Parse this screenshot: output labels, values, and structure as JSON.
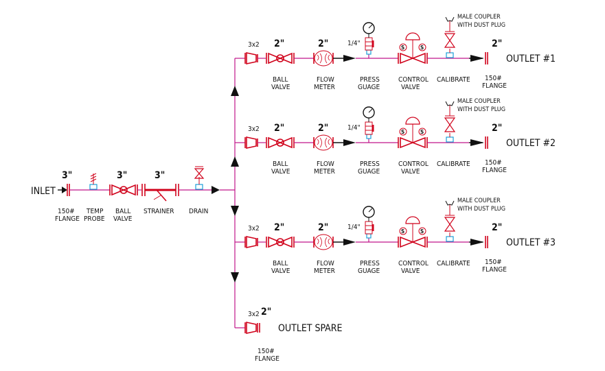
{
  "inlet": {
    "label": "INLET",
    "size_flange": "3\"",
    "size_ball": "3\"",
    "size_strainer": "3\"",
    "flange_label": [
      "150#",
      "FLANGE"
    ],
    "temp_probe_label": [
      "TEMP",
      "PROBE"
    ],
    "ball_valve_label": [
      "BALL",
      "VALVE"
    ],
    "strainer_label": "STRAINER",
    "drain_label": "DRAIN"
  },
  "branches": [
    {
      "reducer": "3x2",
      "size_ball": "2\"",
      "size_meter": "2\"",
      "gauge_size": "1/4\"",
      "size_outlet": "2\"",
      "outlet_label": "OUTLET  #1",
      "coupler_label": [
        "MALE COUPLER",
        "WITH DUST PLUG"
      ],
      "ball_label": [
        "BALL",
        "VALVE"
      ],
      "meter_label": [
        "FLOW",
        "METER"
      ],
      "press_label": [
        "PRESS",
        "GUAGE"
      ],
      "control_label": [
        "CONTROL",
        "VALVE"
      ],
      "calibrate_label": "CALIBRATE",
      "flange_label": [
        "150#",
        "FLANGE"
      ]
    },
    {
      "reducer": "3x2",
      "size_ball": "2\"",
      "size_meter": "2\"",
      "gauge_size": "1/4\"",
      "size_outlet": "2\"",
      "outlet_label": "OUTLET  #2",
      "coupler_label": [
        "MALE COUPLER",
        "WITH DUST PLUG"
      ],
      "ball_label": [
        "BALL",
        "VALVE"
      ],
      "meter_label": [
        "FLOW",
        "METER"
      ],
      "press_label": [
        "PRESS",
        "GUAGE"
      ],
      "control_label": [
        "CONTROL",
        "VALVE"
      ],
      "calibrate_label": "CALIBRATE",
      "flange_label": [
        "150#",
        "FLANGE"
      ]
    },
    {
      "reducer": "3x2",
      "size_ball": "2\"",
      "size_meter": "2\"",
      "gauge_size": "1/4\"",
      "size_outlet": "2\"",
      "outlet_label": "OUTLET  #3",
      "coupler_label": [
        "MALE COUPLER",
        "WITH DUST PLUG"
      ],
      "ball_label": [
        "BALL",
        "VALVE"
      ],
      "meter_label": [
        "FLOW",
        "METER"
      ],
      "press_label": [
        "PRESS",
        "GUAGE"
      ],
      "control_label": [
        "CONTROL",
        "VALVE"
      ],
      "calibrate_label": "CALIBRATE",
      "flange_label": [
        "150#",
        "FLANGE"
      ]
    }
  ],
  "spare": {
    "reducer": "3x2",
    "size": "2\"",
    "outlet_label": "OUTLET SPARE",
    "flange_label": [
      "150#",
      "FLANGE"
    ]
  },
  "control_valve_marker": "S",
  "colors": {
    "pipe": "#c0158a",
    "valve": "#d0021b",
    "instrument": "#111111",
    "fitting": "#1a9fd8"
  }
}
